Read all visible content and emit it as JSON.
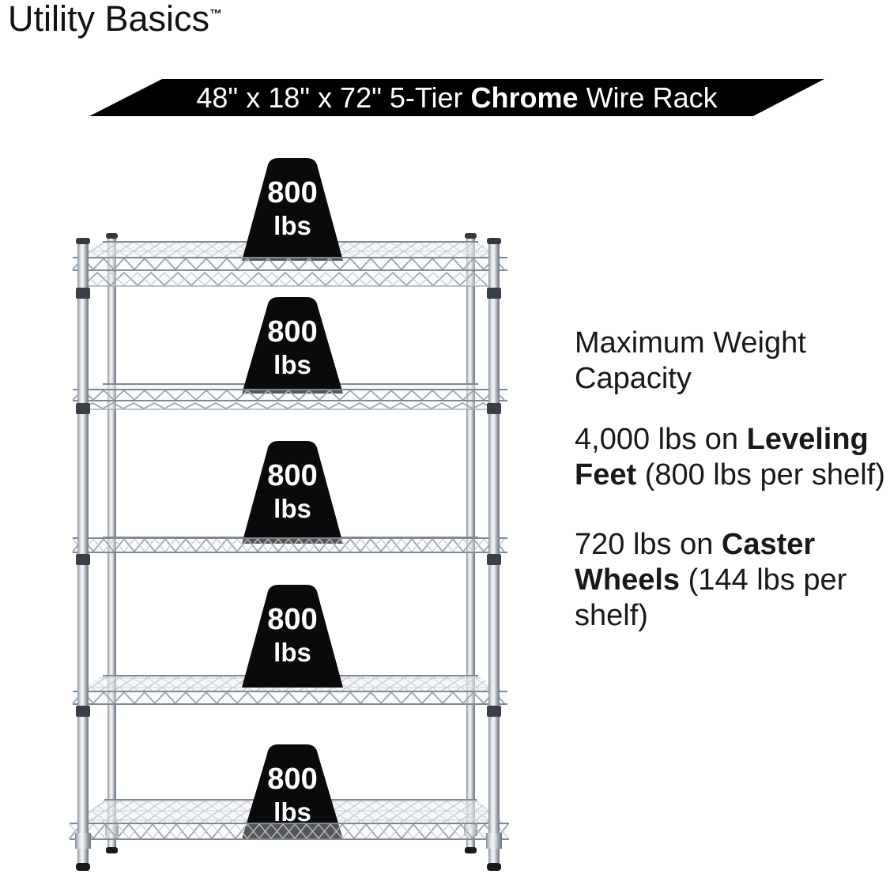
{
  "brand": {
    "name": "Utility Basics",
    "trademark": "™"
  },
  "banner": {
    "text_prefix": "48\" x 18\" x 72\" 5-Tier ",
    "text_bold": "Chrome",
    "text_suffix": " Wire Rack"
  },
  "rack": {
    "tier_count": 5
  },
  "badges": [
    {
      "value": "800",
      "unit": "lbs"
    },
    {
      "value": "800",
      "unit": "lbs"
    },
    {
      "value": "800",
      "unit": "lbs"
    },
    {
      "value": "800",
      "unit": "lbs"
    },
    {
      "value": "800",
      "unit": "lbs"
    }
  ],
  "info": {
    "heading": "Maximum Weight Capacity",
    "specs": [
      {
        "prefix": "4,000 lbs on ",
        "bold": "Leveling Feet",
        "suffix": " (800 lbs per shelf)"
      },
      {
        "prefix": "720 lbs on ",
        "bold": "Caster Wheels",
        "suffix": " (144 lbs per shelf)"
      }
    ]
  },
  "colors": {
    "background": "#ffffff",
    "banner_bg": "#000000",
    "banner_text": "#ffffff",
    "badge_bg": "#0a0a0a",
    "badge_text": "#ffffff",
    "body_text": "#191919",
    "chrome_light": "#f5f7f9",
    "chrome_mid": "#b9c0c8",
    "chrome_dark": "#7d848c"
  }
}
